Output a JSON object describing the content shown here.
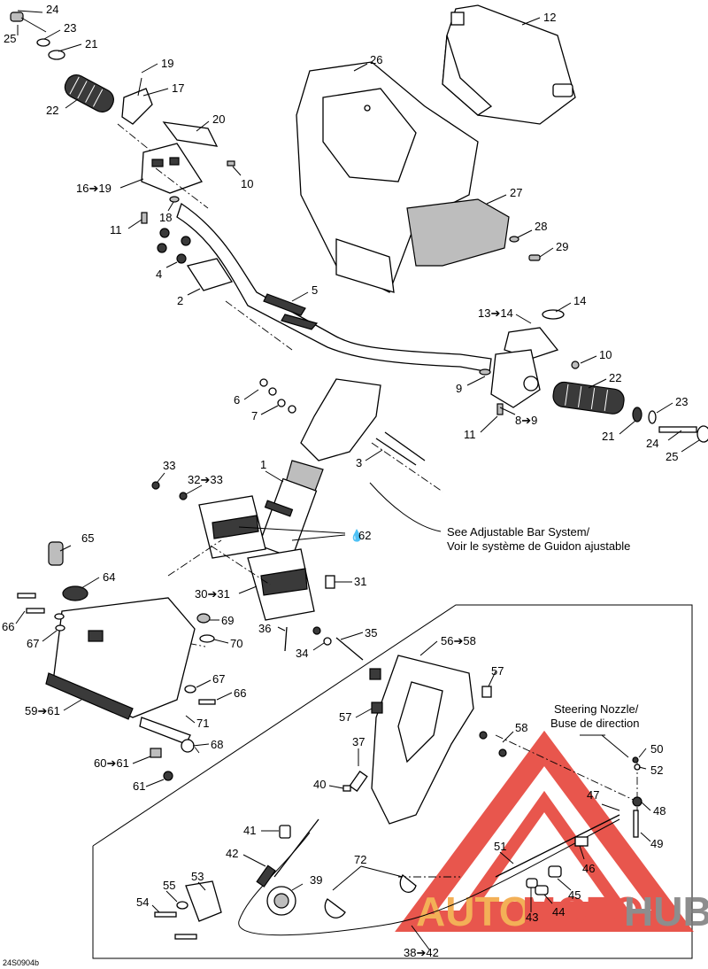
{
  "callouts": [
    {
      "id": "c24a",
      "text": "24"
    },
    {
      "id": "c25a",
      "text": "25"
    },
    {
      "id": "c23a",
      "text": "23"
    },
    {
      "id": "c21a",
      "text": "21"
    },
    {
      "id": "c22a",
      "text": "22"
    },
    {
      "id": "c19",
      "text": "19"
    },
    {
      "id": "c17",
      "text": "17"
    },
    {
      "id": "c20",
      "text": "20"
    },
    {
      "id": "c16_19",
      "text": "16➔19"
    },
    {
      "id": "c10a",
      "text": "10"
    },
    {
      "id": "c18",
      "text": "18"
    },
    {
      "id": "c11a",
      "text": "11"
    },
    {
      "id": "c26",
      "text": "26"
    },
    {
      "id": "c12",
      "text": "12"
    },
    {
      "id": "c27",
      "text": "27"
    },
    {
      "id": "c28",
      "text": "28"
    },
    {
      "id": "c29",
      "text": "29"
    },
    {
      "id": "c4",
      "text": "4"
    },
    {
      "id": "c2",
      "text": "2"
    },
    {
      "id": "c5",
      "text": "5"
    },
    {
      "id": "c13_14",
      "text": "13➔14"
    },
    {
      "id": "c14",
      "text": "14"
    },
    {
      "id": "c10b",
      "text": "10"
    },
    {
      "id": "c9",
      "text": "9"
    },
    {
      "id": "c22b",
      "text": "22"
    },
    {
      "id": "c23b",
      "text": "23"
    },
    {
      "id": "c8_9",
      "text": "8➔9"
    },
    {
      "id": "c11b",
      "text": "11"
    },
    {
      "id": "c21b",
      "text": "21"
    },
    {
      "id": "c24b",
      "text": "24"
    },
    {
      "id": "c25b",
      "text": "25"
    },
    {
      "id": "c6",
      "text": "6"
    },
    {
      "id": "c7",
      "text": "7"
    },
    {
      "id": "c3",
      "text": "3"
    },
    {
      "id": "c1",
      "text": "1"
    },
    {
      "id": "c33a",
      "text": "33"
    },
    {
      "id": "c32_33",
      "text": "32➔33"
    },
    {
      "id": "c62",
      "text": "62"
    },
    {
      "id": "c65",
      "text": "65"
    },
    {
      "id": "c64",
      "text": "64"
    },
    {
      "id": "c30_31",
      "text": "30➔31"
    },
    {
      "id": "c31",
      "text": "31"
    },
    {
      "id": "c66a",
      "text": "66"
    },
    {
      "id": "c67a",
      "text": "67"
    },
    {
      "id": "c69",
      "text": "69"
    },
    {
      "id": "c70",
      "text": "70"
    },
    {
      "id": "c36",
      "text": "36"
    },
    {
      "id": "c35",
      "text": "35"
    },
    {
      "id": "c34",
      "text": "34"
    },
    {
      "id": "c56_58",
      "text": "56➔58"
    },
    {
      "id": "c57a",
      "text": "57"
    },
    {
      "id": "c59_61",
      "text": "59➔61"
    },
    {
      "id": "c67b",
      "text": "67"
    },
    {
      "id": "c66b",
      "text": "66"
    },
    {
      "id": "c71",
      "text": "71"
    },
    {
      "id": "c68",
      "text": "68"
    },
    {
      "id": "c57b",
      "text": "57"
    },
    {
      "id": "c58",
      "text": "58"
    },
    {
      "id": "c60_61",
      "text": "60➔61"
    },
    {
      "id": "c61",
      "text": "61"
    },
    {
      "id": "c37",
      "text": "37"
    },
    {
      "id": "c40",
      "text": "40"
    },
    {
      "id": "c50",
      "text": "50"
    },
    {
      "id": "c52",
      "text": "52"
    },
    {
      "id": "c47",
      "text": "47"
    },
    {
      "id": "c48",
      "text": "48"
    },
    {
      "id": "c49",
      "text": "49"
    },
    {
      "id": "c41",
      "text": "41"
    },
    {
      "id": "c42",
      "text": "42"
    },
    {
      "id": "c72",
      "text": "72"
    },
    {
      "id": "c51",
      "text": "51"
    },
    {
      "id": "c46",
      "text": "46"
    },
    {
      "id": "c45",
      "text": "45"
    },
    {
      "id": "c53",
      "text": "53"
    },
    {
      "id": "c55",
      "text": "55"
    },
    {
      "id": "c39",
      "text": "39"
    },
    {
      "id": "c54",
      "text": "54"
    },
    {
      "id": "c44",
      "text": "44"
    },
    {
      "id": "c43",
      "text": "43"
    },
    {
      "id": "c38_42",
      "text": "38➔42"
    }
  ],
  "notes": {
    "adjustable_bar_en": "See Adjustable Bar System/",
    "adjustable_bar_fr": "Voir le système de Guidon ajustable",
    "steering_nozzle_en": "Steering Nozzle/",
    "steering_nozzle_fr": "Buse de direction",
    "figure_id": "24S0904b"
  },
  "watermark": {
    "part1": "AUTO",
    "part2": "MOTO",
    "part3": "HUB",
    "color_red": "#e5392f",
    "color_orange": "#f2a33a",
    "color_grey": "#7a7a7a"
  },
  "drop_symbol": "💧"
}
